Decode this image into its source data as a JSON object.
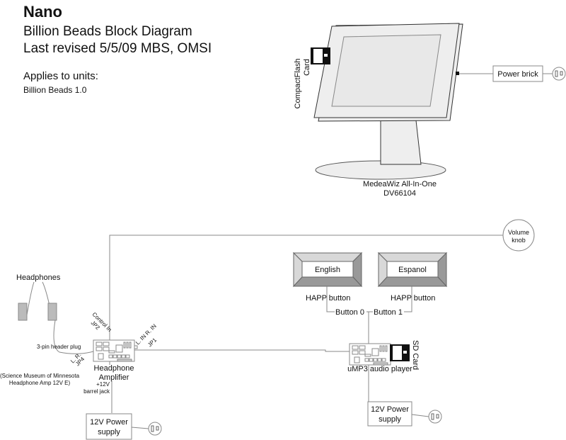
{
  "header": {
    "title": "Nano",
    "subtitle": "Billion Beads Block Diagram",
    "revised": "Last revised 5/5/09 MBS, OMSI",
    "applies_label": "Applies to units:",
    "units": "Billion Beads 1.0"
  },
  "monitor": {
    "name_line1": "MedeaWiz All-In-One",
    "name_line2": "DV66104",
    "card_line1": "CompactFlash",
    "card_line2": "Card"
  },
  "power_brick": {
    "label": "Power brick"
  },
  "volume_knob": {
    "line1": "Volume",
    "line2": "knob"
  },
  "buttons": [
    {
      "label": "English",
      "caption": "HAPP button",
      "signal": "Button 0"
    },
    {
      "label": "Espanol",
      "caption": "HAPP button",
      "signal": "Button 1"
    }
  ],
  "headphones": {
    "label": "Headphones",
    "plug": "3-pin header plug"
  },
  "headphone_amp": {
    "line1": "Headphone",
    "line2": "Amplifier",
    "note_line1": "(Science Museum of Minnesota",
    "note_line2": "Headphone Amp 12V E)",
    "power_line1": "+12V",
    "power_line2": "barrel jack",
    "control_line1": "Control In",
    "control_line2": "JP2",
    "input_line1": "L. IN R. IN",
    "input_line2": "JP1",
    "output_line1": "L. R.",
    "output_line2": "JP4"
  },
  "ump3": {
    "label": "uMP3 audio player",
    "card": "SD Card"
  },
  "power_supplies": [
    {
      "line1": "12V Power",
      "line2": "supply"
    },
    {
      "line1": "12V Power",
      "line2": "supply"
    }
  ],
  "colors": {
    "line": "#888888",
    "dark": "#111111",
    "screen_fill": "#eeeeee",
    "bevel_light": "#d8d8d8",
    "bevel_dark": "#999999",
    "earcup": "#bbbbbb"
  }
}
